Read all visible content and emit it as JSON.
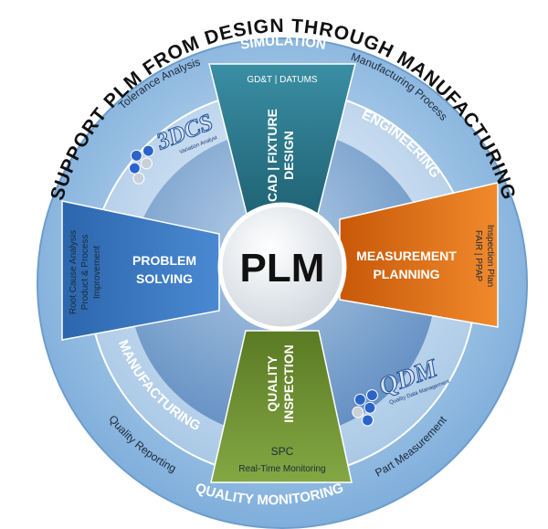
{
  "arc_title": {
    "word1": "SUPPORT",
    "word2": "PLM",
    "word3": "FROM",
    "word4": "DESIGN",
    "word5": "THROUGH",
    "word6": "MANUFACTURING"
  },
  "ring_labels": {
    "simulation": "SIMULATION",
    "engineering": "ENGINEERING",
    "manufacturing": "MANUFACTURING",
    "quality_monitoring": "QUALITY MONITORING"
  },
  "outer_ring_text": {
    "tolerance_analysis": "Tolerance Analysis",
    "manufacturing_process": "Manufacturing Process",
    "quality_reporting": "Quality Reporting",
    "part_measurement": "Part Measurement"
  },
  "center": {
    "label": "PLM"
  },
  "segments": {
    "cad": {
      "title_line1": "CAD | FIXTURE",
      "title_line2": "DESIGN",
      "subtitle": "GD&T | DATUMS",
      "color": "#2e7f93"
    },
    "measurement": {
      "title_line1": "MEASUREMENT",
      "title_line2": "PLANNING",
      "side_line1": "Inspection Plan",
      "side_line2": "FAIR  |  PPAP",
      "color": "#e36c0a"
    },
    "quality": {
      "title_line1": "QUALITY",
      "title_line2": "INSPECTION",
      "sub_line1": "SPC",
      "sub_line2": "Real-Time Monitoring",
      "color": "#6e8e33"
    },
    "problem": {
      "title_line1": "PROBLEM",
      "title_line2": "SOLVING",
      "side_line1": "Root Cause Analysis",
      "side_line2": "Product & Process",
      "side_line3": "Improvement",
      "color": "#2e6db8"
    }
  },
  "logos": {
    "dcs_3": {
      "mark": "3DCS",
      "tagline": "Variation Analyst"
    },
    "qdm": {
      "mark": "QDM",
      "tagline": "Quality Data Management"
    }
  },
  "colors": {
    "outer_ring": "#9cc3e4",
    "middle_ring": "#c7dcef",
    "inner_bg": "#4f7fb3",
    "arc_title_text": "#111111"
  }
}
